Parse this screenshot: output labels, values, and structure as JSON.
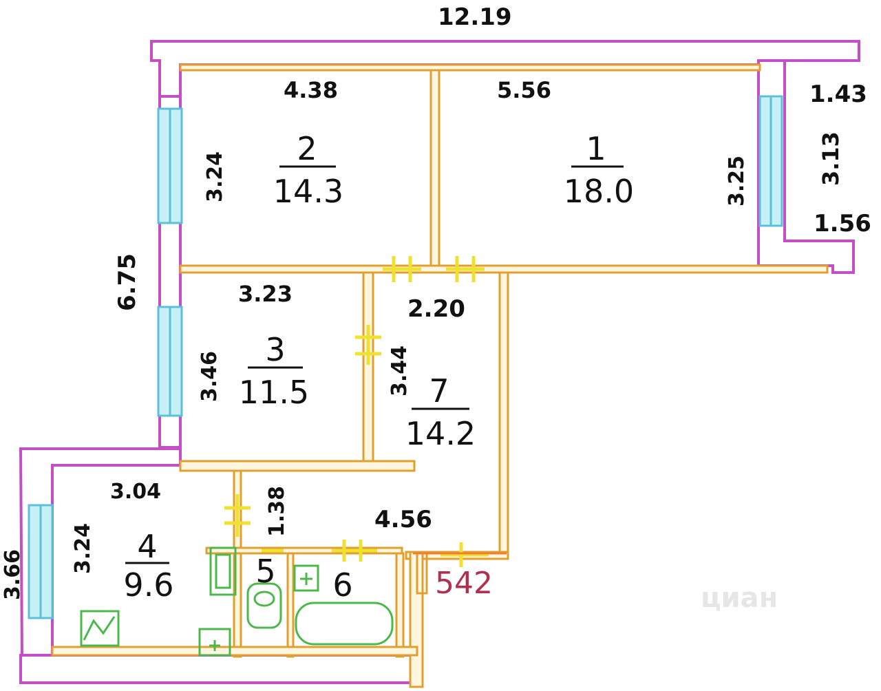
{
  "dimensions": {
    "overall_top": "12.19",
    "room2_width": "4.38",
    "room2_height": "3.24",
    "room1_width": "5.56",
    "room1_height": "3.25",
    "balcony_top": "1.43",
    "balcony_height": "3.13",
    "balcony_bottom": "1.56",
    "left_overall": "6.75",
    "room3_width": "3.23",
    "room3_height": "3.46",
    "hall_width": "2.20",
    "hall_height": "3.44",
    "kitchen_width": "3.04",
    "kitchen_height": "3.24",
    "kitchen_outer": "3.66",
    "corridor_width": "4.56",
    "corridor_height": "1.38"
  },
  "rooms": {
    "r1": {
      "number": "1",
      "area": "18.0"
    },
    "r2": {
      "number": "2",
      "area": "14.3"
    },
    "r3": {
      "number": "3",
      "area": "11.5"
    },
    "r4": {
      "number": "4",
      "area": "9.6"
    },
    "r5": {
      "number": "5"
    },
    "r6": {
      "number": "6"
    },
    "r7": {
      "number": "7",
      "area": "14.2"
    }
  },
  "stair_label": "542",
  "watermark": "циан",
  "colors": {
    "outer_wall": "#c44fc4",
    "inner_wall": "#e0a030",
    "window": "#8fd8e8",
    "door": "#f0e030",
    "fixtures": "#4cb84c",
    "stair_label": "#b03050"
  }
}
